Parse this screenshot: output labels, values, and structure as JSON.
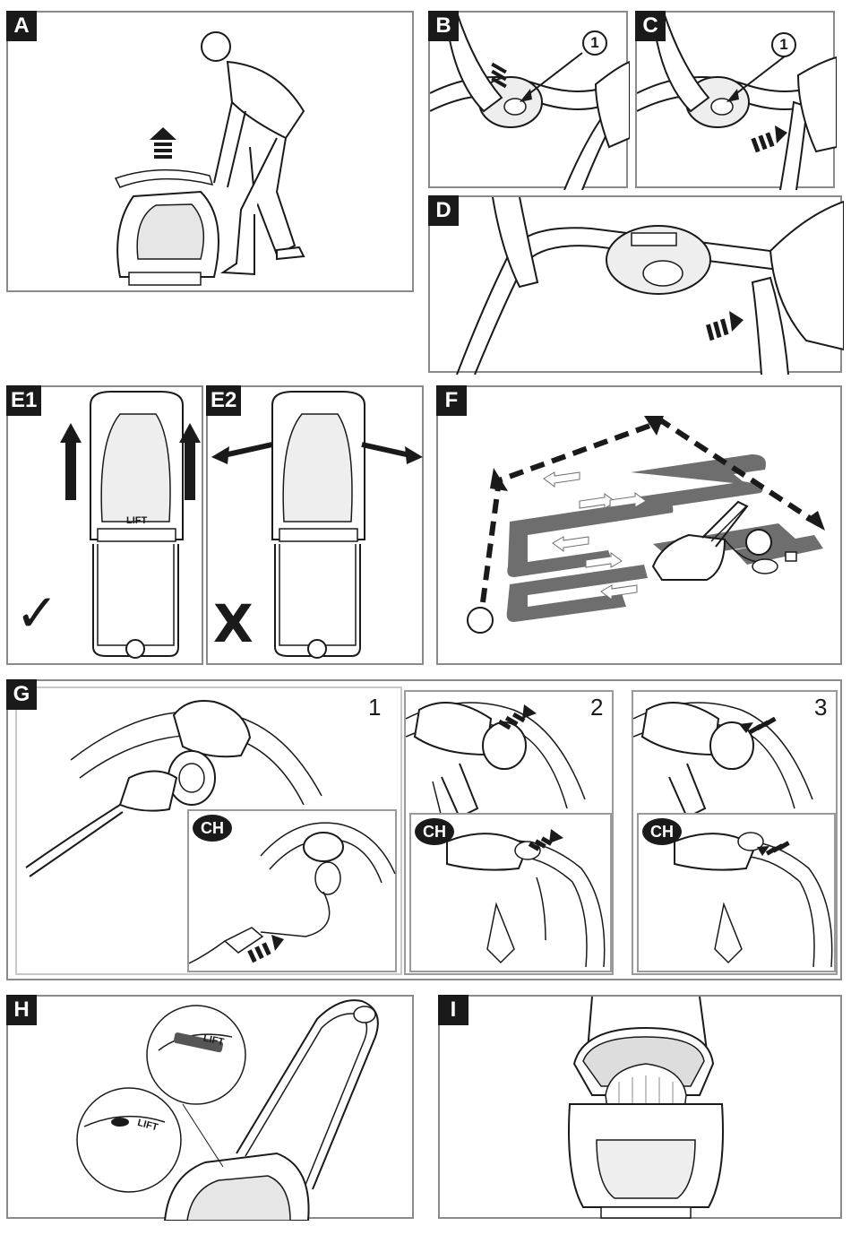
{
  "panels": {
    "a": {
      "label": "A"
    },
    "b": {
      "label": "B",
      "callout": "1"
    },
    "c": {
      "label": "C",
      "callout": "1"
    },
    "d": {
      "label": "D"
    },
    "e1": {
      "label": "E1",
      "symbol": "✓"
    },
    "e2": {
      "label": "E2",
      "symbol": "X"
    },
    "f": {
      "label": "F"
    },
    "g": {
      "label": "G",
      "steps": [
        {
          "number": "1",
          "inset_label": "CH"
        },
        {
          "number": "2",
          "inset_label": "CH"
        },
        {
          "number": "3",
          "inset_label": "CH"
        }
      ]
    },
    "h": {
      "label": "H"
    },
    "i": {
      "label": "I"
    }
  },
  "product_markings": {
    "lift": "LIFT"
  },
  "icons": [
    "up-arrow-icon",
    "left-arrow-icon",
    "right-arrow-icon",
    "dashed-arrow-icon",
    "check-mark-icon",
    "cross-mark-icon"
  ],
  "colors": {
    "ink": "#1a1a1a",
    "frame": "#8a8a8a",
    "lawn_strip": "#6e6e6e",
    "background": "#ffffff"
  }
}
